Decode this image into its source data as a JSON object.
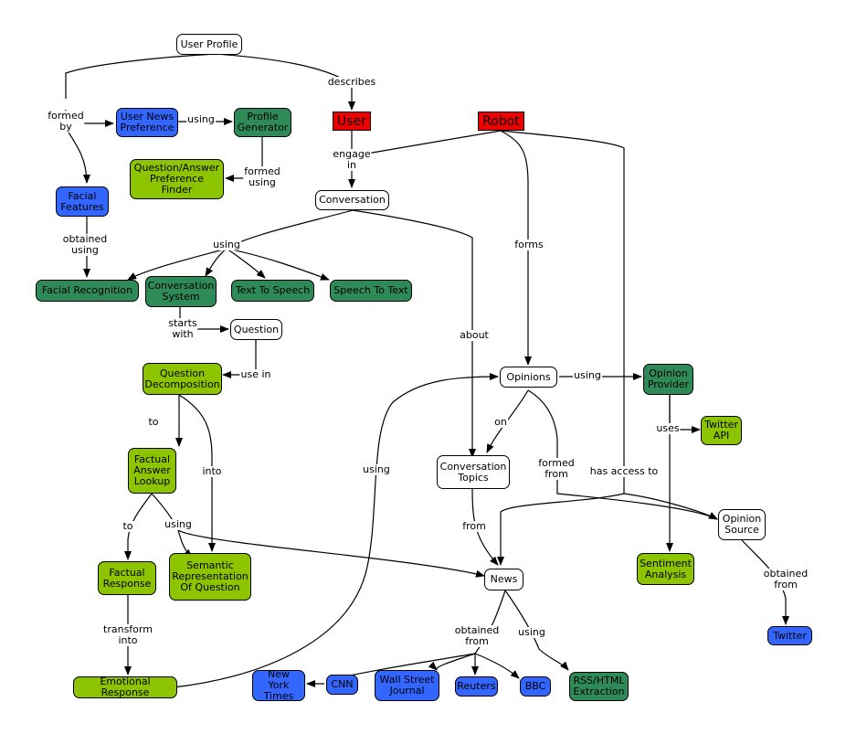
{
  "colors": {
    "dark_green": "#2e8b57",
    "light_green": "#8dc400",
    "blue": "#3366ff",
    "red": "#ee0000",
    "white": "#ffffff"
  },
  "nodes": {
    "user_profile": "User Profile",
    "user": "User",
    "robot": "Robot",
    "user_news_preference": "User News\nPreference",
    "profile_generator": "Profile\nGenerator",
    "qa_preference_finder": "Question/Answer\nPreference\nFinder",
    "facial_features": "Facial\nFeatures",
    "conversation": "Conversation",
    "facial_recognition": "Facial Recognition",
    "conversation_system": "Conversation\nSystem",
    "text_to_speech": "Text To Speech",
    "speech_to_text": "Speech To Text",
    "question": "Question",
    "question_decomposition": "Question\nDecomposition",
    "opinions": "Opinions",
    "opinion_provider": "Opinion\nProvider",
    "twitter_api": "Twitter\nAPI",
    "factual_answer_lookup": "Factual\nAnswer\nLookup",
    "conversation_topics": "Conversation\nTopics",
    "opinion_source": "Opinion\nSource",
    "factual_response": "Factual\nResponse",
    "semantic_representation": "Semantic\nRepresentation\nOf Question",
    "news": "News",
    "sentiment_analysis": "Sentiment\nAnalysis",
    "twitter": "Twitter",
    "emotional_response": "Emotional Response",
    "new_york_times": "New York\nTimes",
    "cnn": "CNN",
    "wall_street_journal": "Wall Street\nJournal",
    "reuters": "Reuters",
    "bbc": "BBC",
    "rss_html_extraction": "RSS/HTML\nExtraction"
  },
  "links": {
    "describes": "describes",
    "formed_by": "formed\nby",
    "using_profile": "using",
    "formed_using": "formed\nusing",
    "engage_in": "engage\nin",
    "obtained_using": "obtained\nusing",
    "using_conv": "using",
    "forms": "forms",
    "starts_with": "starts\nwith",
    "about": "about",
    "use_in": "use in",
    "using_opinions": "using",
    "on": "on",
    "uses": "uses",
    "to_lookup": "to",
    "into": "into",
    "using_emotional": "using",
    "formed_from": "formed\nfrom",
    "has_access_to": "has access to",
    "to_response": "to",
    "using_news": "using",
    "from": "from",
    "obtained_from_twitter": "obtained\nfrom",
    "transform_into": "transform\ninto",
    "obtained_from_news": "obtained\nfrom",
    "using_rss": "using"
  }
}
